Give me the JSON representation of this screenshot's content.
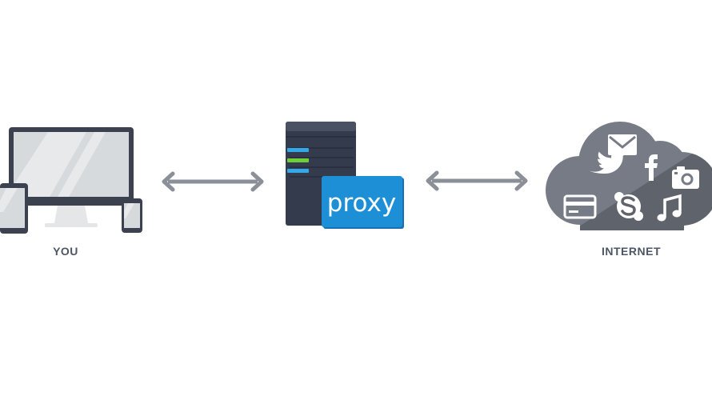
{
  "nodes": {
    "you": {
      "label": "YOU"
    },
    "proxy": {
      "badge": "proxy"
    },
    "internet": {
      "label": "INTERNET"
    }
  },
  "colors": {
    "device_frame": "#3c4150",
    "device_screen": "#d7dadd",
    "device_stand": "#e4e6e8",
    "arrow": "#8a8f98",
    "server_body": "#343b4c",
    "server_top": "#4a5163",
    "proxy_badge": "#1c8fd6",
    "led_blue": "#35a8e8",
    "led_green": "#6fcf3a",
    "cloud": "#767b85",
    "cloud_dark": "#5e636c",
    "label_text": "#4d5665"
  },
  "icons": {
    "you": [
      "desktop-monitor-icon",
      "tablet-icon",
      "phone-icon"
    ],
    "internet": [
      "mail-icon",
      "twitter-icon",
      "facebook-icon",
      "camera-icon",
      "credit-card-icon",
      "skype-icon",
      "music-note-icon"
    ]
  }
}
